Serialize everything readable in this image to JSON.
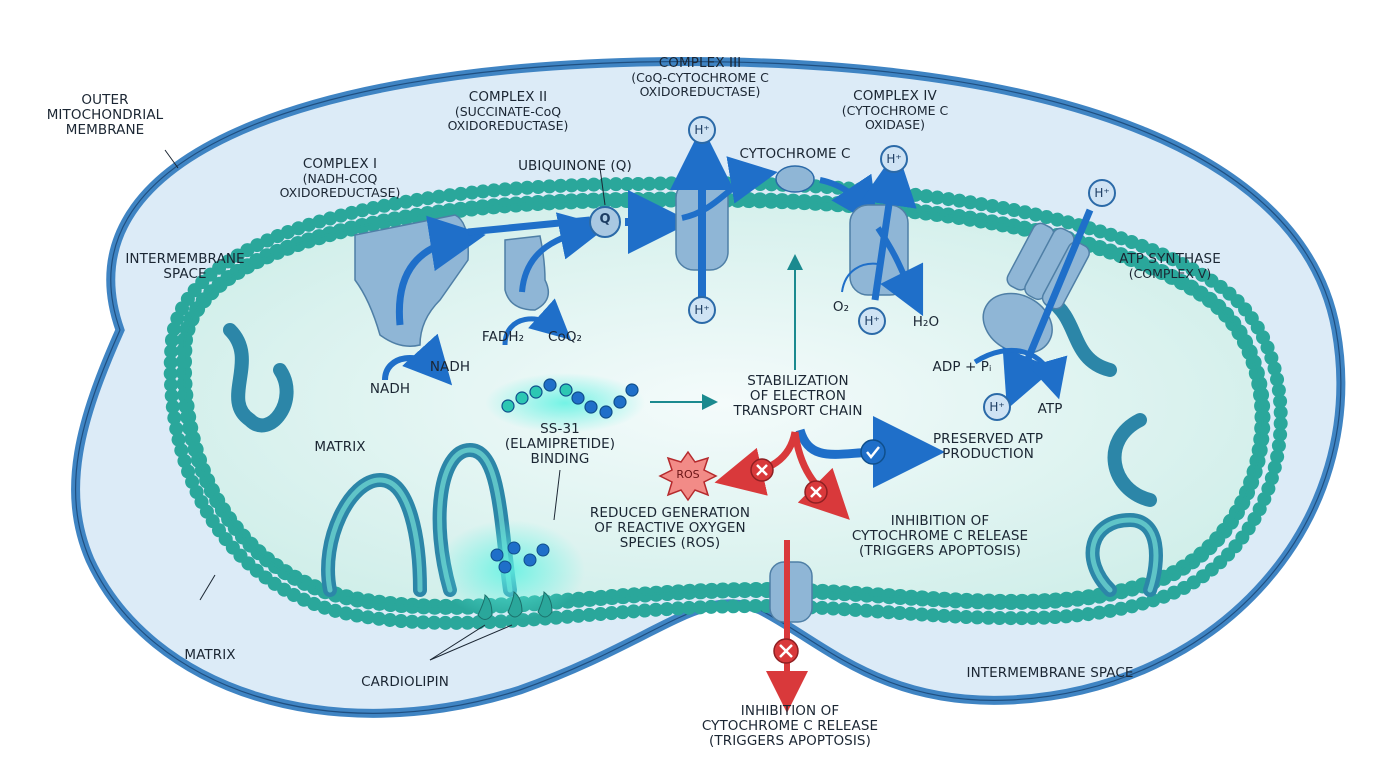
{
  "title": "SS-31 (Elamipretide) action on the mitochondrial electron transport chain",
  "colors": {
    "outer_membrane": "#4a8fcc",
    "intermembrane_space": "#dcebf7",
    "matrix": "#e4f4f1",
    "lipid_head": "#2aa79b",
    "protein": "#8fb6d6",
    "electron_arrow": "#1f6fc9",
    "inhibition": "#d9393b",
    "benefit_check": "#1f6fc9",
    "glow": "#3ee6d4"
  },
  "labels": {
    "outer_membrane": [
      "OUTER",
      "MITOCHONDRIAL",
      "MEMBRANE"
    ],
    "intermembrane_space_top": [
      "INTERMEMBRANE",
      "SPACE"
    ],
    "intermembrane_space_bottom": "INTERMEMBRANE SPACE",
    "matrix_center": "MATRIX",
    "matrix_bottom": "MATRIX",
    "complex_1": {
      "name": "COMPLEX I",
      "sub": [
        "(NADH-COQ",
        "OXIDOREDUCTASE)"
      ]
    },
    "complex_2": {
      "name": "COMPLEX II",
      "sub": [
        "(SUCCINATE-CoQ",
        "OXIDOREDUCTASE)"
      ]
    },
    "complex_3": {
      "name": "COMPLEX III",
      "sub": [
        "(CoQ-CYTOCHROME C",
        "OXIDOREDUCTASE)"
      ]
    },
    "complex_4": {
      "name": "COMPLEX IV",
      "sub": [
        "(CYTOCHROME C",
        "OXIDASE)"
      ]
    },
    "complex_5": {
      "name": "ATP SYNTHASE",
      "sub": [
        "(COMPLEX V)"
      ]
    },
    "ubiquinone": "UBIQUINONE (Q)",
    "q_symbol": "Q",
    "cytochrome_c": "CYTOCHROME C",
    "nadh_in": "NADH",
    "nadh_out": "NADH",
    "fadh2": "FADH₂",
    "coq2": "CoQ₂",
    "o2": "O₂",
    "h2o": "H₂O",
    "adp_pi": "ADP + Pᵢ",
    "atp": "ATP",
    "h_ion": "H⁺",
    "ss31": [
      "SS-31",
      "(ELAMIPRETIDE)",
      "BINDING"
    ],
    "stabilization": [
      "STABILIZATION",
      "OF ELECTRON",
      "TRANSPORT CHAIN"
    ],
    "preserved_atp": [
      "PRESERVED ATP",
      "PRODUCTION"
    ],
    "ros_badge": "ROS",
    "reduced_ros": [
      "REDUCED GENERATION",
      "OF REACTIVE OXYGEN",
      "SPECIES (ROS)"
    ],
    "inhibition_inner": [
      "INHIBITION OF",
      "CYTOCHROME C RELEASE",
      "(TRIGGERS APOPTOSIS)"
    ],
    "inhibition_outer": [
      "INHIBITION OF",
      "CYTOCHROME C RELEASE",
      "(TRIGGERS APOPTOSIS)"
    ],
    "cardiolipin": "CARDIOLIPIN"
  }
}
